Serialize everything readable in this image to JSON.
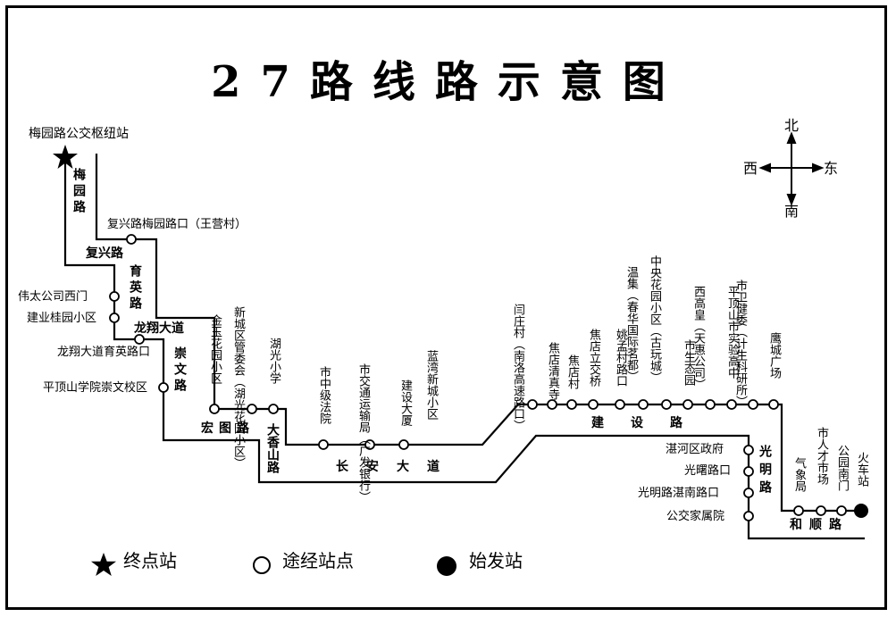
{
  "title": "27路线路示意图",
  "compass": {
    "north": "北",
    "south": "南",
    "west": "西",
    "east": "东"
  },
  "terminal_label": "梅园路公交枢纽站",
  "stops": {
    "fuxing_meiyuan": "复兴路梅园路口（王营村）",
    "weitai": "伟太公司西门",
    "jianyegui": "建业桂园小区",
    "longxiang_yuying": "龙翔大道育英路口",
    "xueyuan": "平顶山学院崇文校区",
    "jinyu": "金玉花园小区",
    "xincheng": "新城区管委会（湖光花园小区）",
    "huguang": "湖光小学",
    "fayuan": "市中级法院",
    "jiaotong": "市交通运输局（广发银行）",
    "jianshe_dasha": "建设大厦",
    "lanwan": "蓝湾新城小区",
    "yanzhuang": "闫庄村（南洛高速路口）",
    "qingzhensi": "焦店清真寺",
    "jiaodian": "焦店村",
    "lijiao": "焦店立交桥",
    "yaomeng": "姚孟村路口",
    "wenji": "温集（春华国际茗都）",
    "zhongyang": "中央花园小区（古玩城）",
    "shengtai": "市生态园",
    "xigaohuang": "西高皇（天惠公司）",
    "shiyan": "平顶山市实验高中",
    "weijianwei": "市卫健委（计生科研所）",
    "yingcheng": "鹰城广场",
    "zhanhe": "湛河区政府",
    "guangshu": "光曙路口",
    "guangming_zhannan": "光明路湛南路口",
    "gongjiaojia": "公交家属院",
    "qixiang": "气象局",
    "rencai": "市人才市场",
    "gongyuan": "公园南门",
    "huoche": "火车站"
  },
  "roads": {
    "meiyuan": "梅园路",
    "fuxing": "复兴路",
    "yuying": "育英路",
    "longxiang": "龙翔大道",
    "chongwen": "崇文路",
    "hongtu": "宏图路",
    "daxiangshan": "大香山路",
    "changan": "长安大道",
    "jianshe": "建设路",
    "guangming": "光明路",
    "heshun": "和顺路"
  },
  "legend": {
    "terminal": "终点站",
    "via": "途经站点",
    "origin": "始发站"
  }
}
